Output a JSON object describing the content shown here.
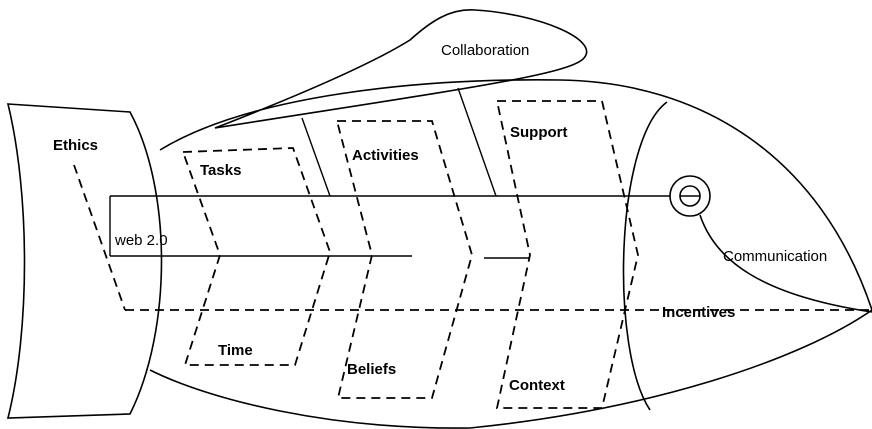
{
  "diagram": {
    "labels": {
      "collaboration": "Collaboration",
      "ethics": "Ethics",
      "tasks": "Tasks",
      "activities": "Activities",
      "support": "Support",
      "web20": "web 2.0",
      "communication": "Communication",
      "incentives": "Incentives",
      "time": "Time",
      "beliefs": "Beliefs",
      "context": "Context"
    }
  }
}
